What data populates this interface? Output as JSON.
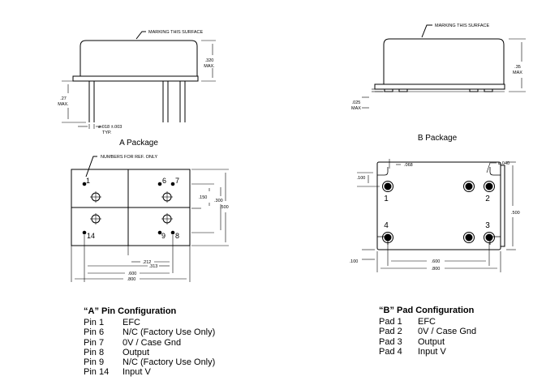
{
  "package_a": {
    "marking": "MARKING THIS SURFACE",
    "height_max": ".320",
    "height_max_suffix": "MAX.",
    "lead_len": ".27",
    "lead_len_suffix": "MAX.",
    "lead_dia": "ø.018 ±.003",
    "lead_dia_suffix": "TYP.",
    "caption": "A  Package"
  },
  "package_b": {
    "marking": "MARKING THIS SURFACE",
    "height_max": ".35",
    "height_max_suffix": "MAX",
    "standoff": ".025",
    "standoff_suffix": "MAX",
    "caption": "B  Package"
  },
  "bottom_a": {
    "note": "NUMBERS FOR REF. ONLY",
    "pin_labels": [
      "1",
      "6",
      "7",
      "14",
      "9",
      "8"
    ],
    "dims": {
      "d150": ".150",
      "d300": ".300",
      "d500": ".500",
      "d212": ".212",
      "d313": ".313",
      "d600": ".600",
      "d800": ".800"
    }
  },
  "bottom_b": {
    "pad_labels": [
      "1",
      "2",
      "4",
      "3"
    ],
    "dims": {
      "d068": ".068",
      "d040": "ø.040",
      "d100_top": ".100",
      "d500": ".500",
      "d100_bottom": ".100",
      "d600": ".600",
      "d800": ".800"
    }
  },
  "pin_config_a": {
    "title": "“A” Pin Configuration",
    "rows": [
      {
        "pin": "Pin 1",
        "func": "EFC"
      },
      {
        "pin": "Pin 6",
        "func": "N/C (Factory Use Only)"
      },
      {
        "pin": "Pin 7",
        "func": "0V / Case Gnd"
      },
      {
        "pin": "Pin 8",
        "func": "Output"
      },
      {
        "pin": "Pin 9",
        "func": "N/C (Factory Use Only)"
      },
      {
        "pin": "Pin 14",
        "func": "Input V"
      }
    ]
  },
  "pad_config_b": {
    "title": "“B” Pad Configuration",
    "rows": [
      {
        "pin": "Pad 1",
        "func": "EFC"
      },
      {
        "pin": "Pad 2",
        "func": "0V / Case Gnd"
      },
      {
        "pin": "Pad 3",
        "func": "Output"
      },
      {
        "pin": "Pad 4",
        "func": "Input V"
      }
    ]
  }
}
